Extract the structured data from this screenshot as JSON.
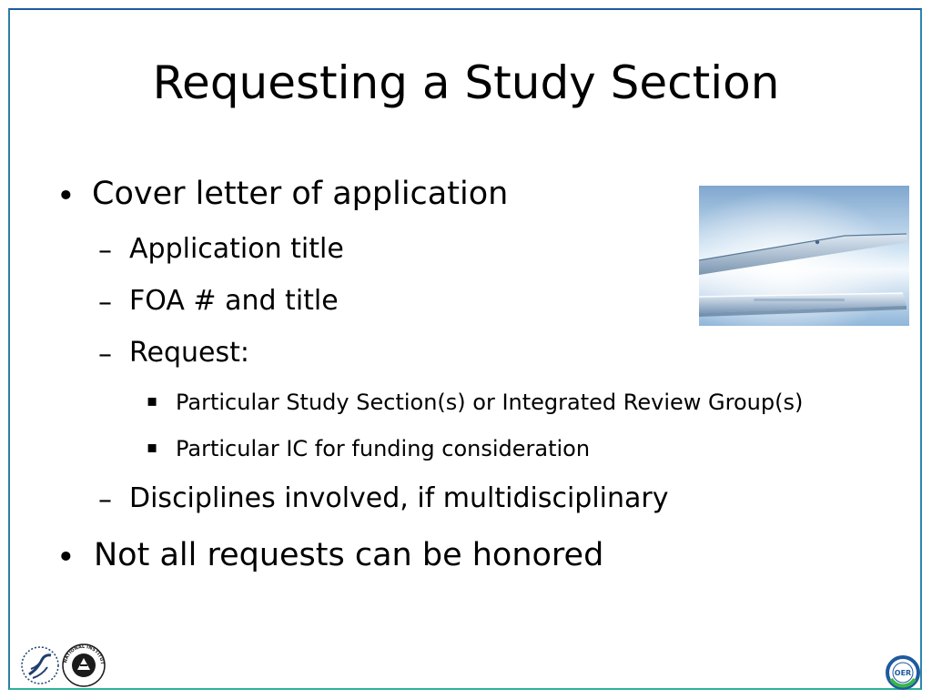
{
  "slide": {
    "title": "Requesting a Study Section",
    "bullets": {
      "cover_letter": "Cover letter of application",
      "application_title": "Application title",
      "foa": "FOA # and title",
      "request": "Request:",
      "study_section": "Particular Study Section(s) or Integrated Review Group(s)",
      "ic_funding": "Particular IC for funding consideration",
      "disciplines": "Disciplines involved, if multidisciplinary",
      "not_all": "Not all requests can be honored"
    },
    "markers": {
      "level1": "•",
      "level2": "–",
      "level3": "▪"
    }
  },
  "footer": {
    "nih_logo_text": "NATIONAL INSTITUTES OF HEALTH",
    "oer_logo_text": "OER"
  },
  "colors": {
    "frame": "#26a69a",
    "text": "#000000",
    "photo_blue": "#9cc3e4"
  }
}
